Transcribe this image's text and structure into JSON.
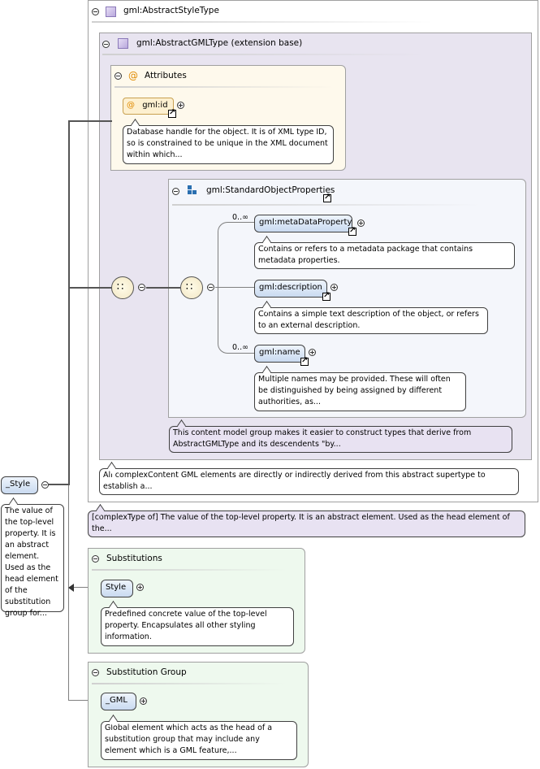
{
  "abstract_style_type": {
    "title": "gml:AbstractStyleType"
  },
  "abstract_gml_type": {
    "title": "gml:AbstractGMLType (extension base)"
  },
  "attributes": {
    "title": "Attributes",
    "id_attr": "gml:id",
    "id_desc": "Database handle for the object. It is of XML type ID, so is constrained to be unique in the XML document within which..."
  },
  "std_props": {
    "title": "gml:StandardObjectProperties",
    "elements": [
      {
        "label": "gml:metaDataProperty",
        "occurs": "0..∞",
        "desc": "Contains or refers to a metadata package that contains metadata properties."
      },
      {
        "label": "gml:description",
        "occurs": "",
        "desc": "Contains a simple text description of the object, or refers to an external description."
      },
      {
        "label": "gml:name",
        "occurs": "0..∞",
        "desc": "Multiple names may be provided. These will often be distinguished by being assigned by different authorities, as..."
      }
    ],
    "group_desc": "This content model group makes it easier to construct types that derive from AbstractGMLType and its descendents \"by..."
  },
  "gml_type_desc": "All complexContent GML elements are directly or indirectly derived from this abstract supertype to establish a...",
  "style_type_desc": "[complexType of] The value of the top-level property. It is an abstract element. Used as the head element of the...",
  "style_element": {
    "label": "_Style",
    "desc": "The value of the top-level property. It is an abstract element. Used as the head element of the substitution group for..."
  },
  "substitutions": {
    "title": "Substitutions",
    "element": "Style",
    "desc": "Predefined concrete value of the top-level property. Encapsulates all other styling information."
  },
  "substitution_group": {
    "title": "Substitution Group",
    "element": "_GML",
    "desc": "Global element which acts as the head of a substitution group that may include any element which is a GML feature,..."
  },
  "colors": {
    "outer": "#ffffff",
    "inner": "#e8e4f0",
    "attributes": "#fef9ec",
    "group": "#f4f6fb",
    "subst": "#eef9ee"
  },
  "icons": {
    "attribute": "at-sign-icon",
    "type": "cube-icon",
    "group": "model-group-icon",
    "sequence": "sequence-icon"
  }
}
